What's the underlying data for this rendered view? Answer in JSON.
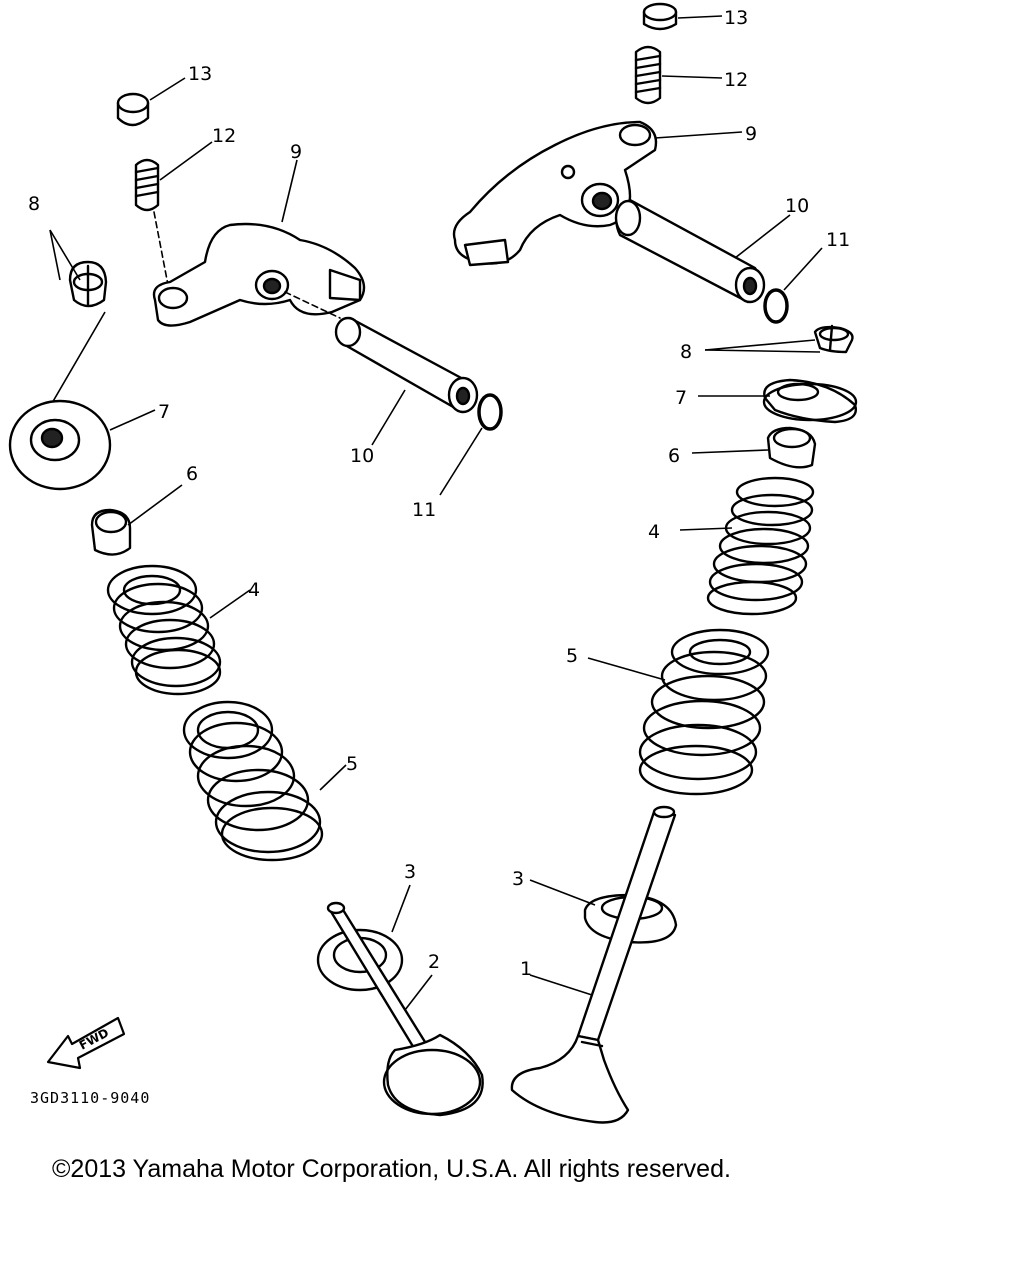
{
  "diagram": {
    "callouts": {
      "left": {
        "p13": "13",
        "p12": "12",
        "p9": "9",
        "p8": "8",
        "p7": "7",
        "p10": "10",
        "p11": "11",
        "p6": "6",
        "p4": "4",
        "p5": "5",
        "p3": "3",
        "p2": "2"
      },
      "right": {
        "p13": "13",
        "p12": "12",
        "p9": "9",
        "p10": "10",
        "p11": "11",
        "p8": "8",
        "p7": "7",
        "p6": "6",
        "p4": "4",
        "p5": "5",
        "p3": "3",
        "p1": "1"
      }
    },
    "fwd_label": "FWD",
    "drawing_code": "3GD3110-9040"
  },
  "footer": {
    "copyright": "©2013 Yamaha Motor Corporation, U.S.A. All rights reserved."
  }
}
